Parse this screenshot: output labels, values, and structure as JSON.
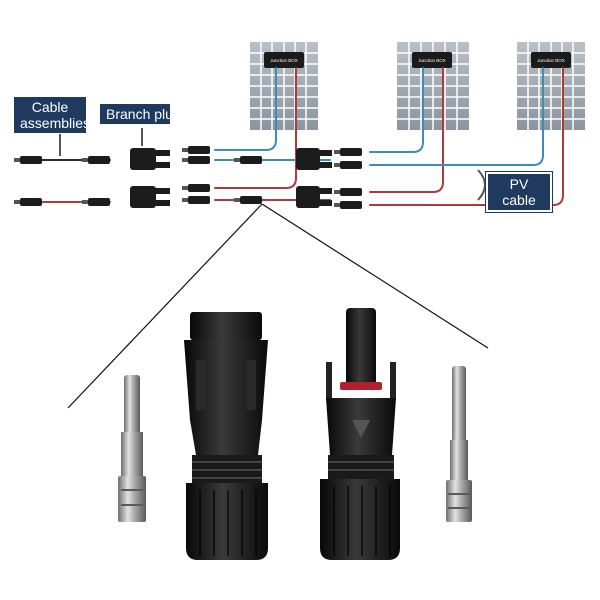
{
  "labels": {
    "cable_assemblies": "Cable\nassemblies",
    "branch_plug": "Branch plug",
    "pv_cable": "PV cable",
    "junction_box": "Junction BOX"
  },
  "colors": {
    "blue_wire": "#3a8fb7",
    "red_wire": "#b03a3a",
    "callout_bg": "#1f3a5f",
    "panel_cell": "#9aa4ae",
    "connector_body": "#1a1a1a",
    "metal_pin": "#a8a8a8"
  },
  "components": {
    "panels": 3,
    "metal_pins": 2,
    "mc4_connectors": 2
  }
}
